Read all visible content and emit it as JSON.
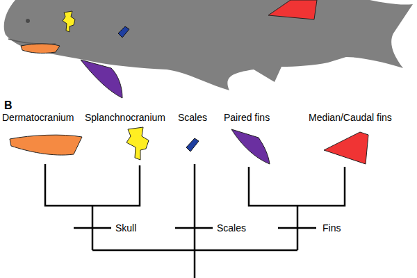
{
  "diagram": {
    "labels": [
      "B",
      "Dermatocranium",
      "Splanchnocranium",
      "Scales",
      "Paired fins",
      "Median/Caudal fins",
      "Skull",
      "Scales",
      "Fins"
    ]
  }
}
